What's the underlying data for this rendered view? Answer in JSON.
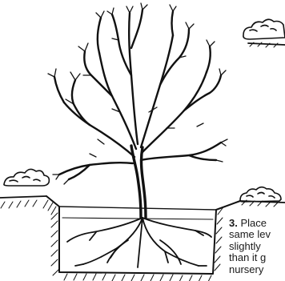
{
  "figure": {
    "step_number": "3.",
    "caption_lines": [
      "Place",
      "same lev",
      "slightly",
      "than it g",
      "nursery"
    ],
    "ink_color": "#111111"
  }
}
